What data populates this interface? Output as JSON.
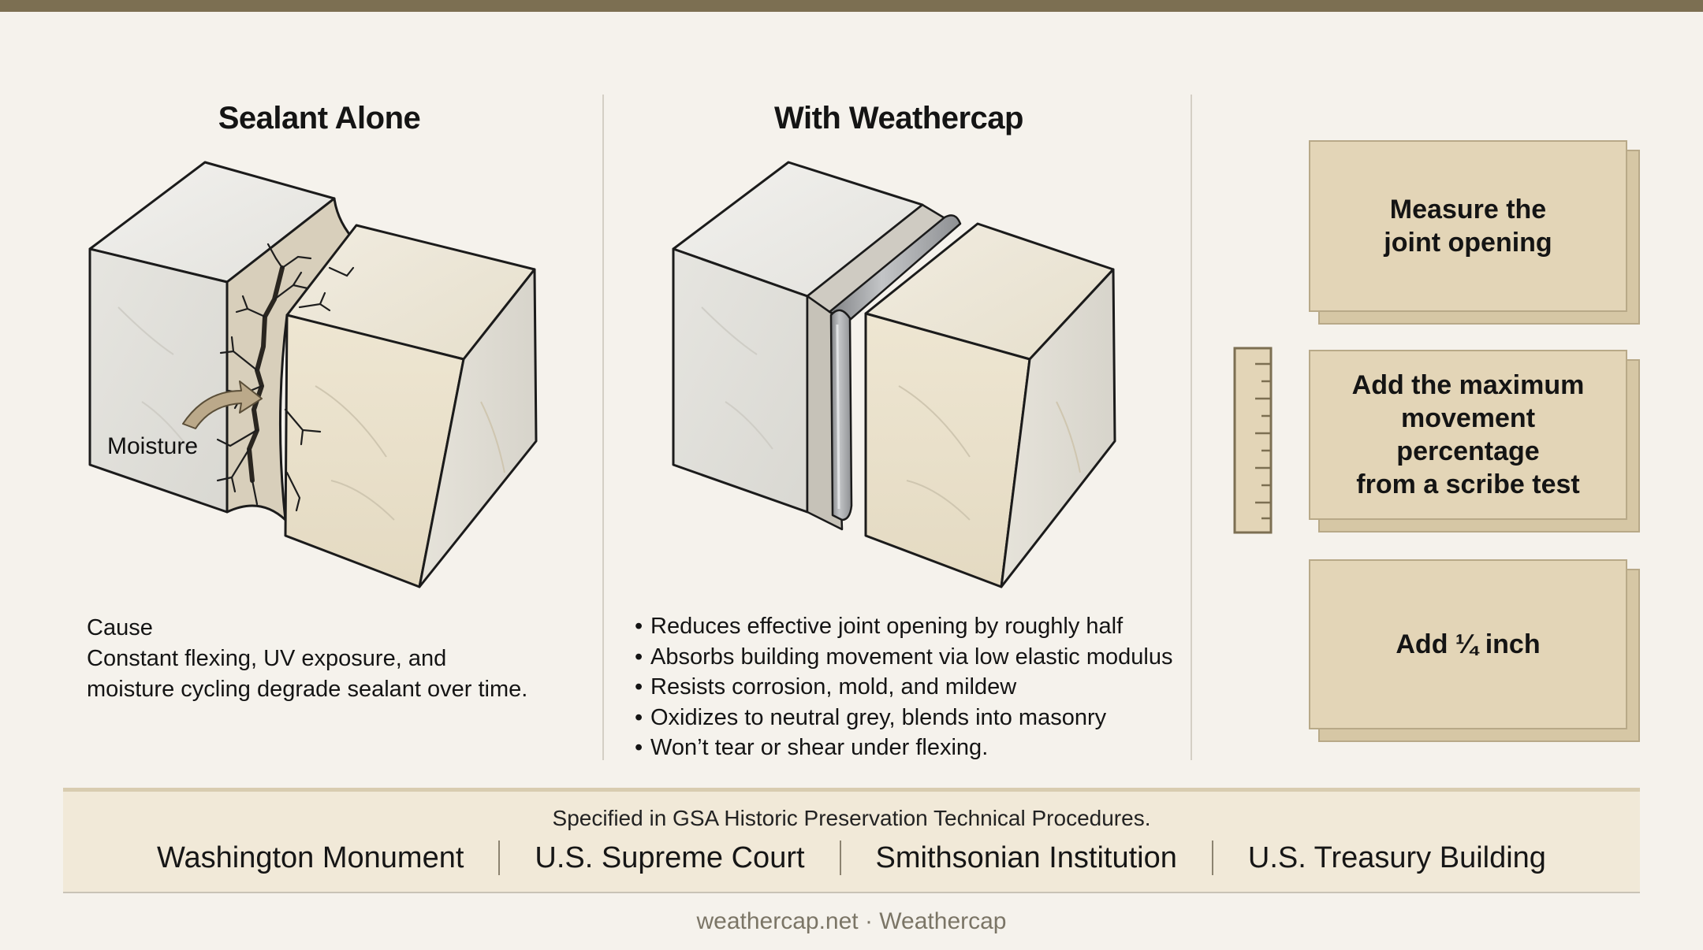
{
  "left_panel": {
    "title": "Sealant Alone",
    "moisture_label": "Moisture",
    "cause_heading": "Cause",
    "cause_text_line1": "Constant flexing, UV exposure, and",
    "cause_text_line2": "moisture cycling degrade sealant over time."
  },
  "middle_panel": {
    "title": "With Weathercap",
    "benefits": [
      "Reduces effective joint opening by roughly half",
      "Absorbs building movement via low elastic modulus",
      "Resists corrosion, mold, and mildew",
      "Oxidizes to neutral grey, blends into masonry",
      "Won’t tear or shear under flexing."
    ]
  },
  "steps": [
    {
      "line1": "Measure the",
      "line2": "joint opening",
      "line3": ""
    },
    {
      "line1": "Add the maximum",
      "line2": "movement percentage",
      "line3": "from a scribe test"
    },
    {
      "line1": "Add ¼ inch",
      "line2": "",
      "line3": ""
    }
  ],
  "footer": {
    "spec_note": "Specified in GSA Historic Preservation Technical Procedures.",
    "landmarks": [
      "Washington Monument",
      "U.S. Supreme Court",
      "Smithsonian Institution",
      "U.S. Treasury Building"
    ],
    "credit": "weathercap.net · Weathercap"
  },
  "colors": {
    "accent_bar": "#7c6f52",
    "step_fill": "#e3d5b7",
    "stone_light": "#ecebe6",
    "stone_warm": "#e9e2d0",
    "weathercap_metal": "#a9abac",
    "moisture_arrow": "#bba98a"
  }
}
